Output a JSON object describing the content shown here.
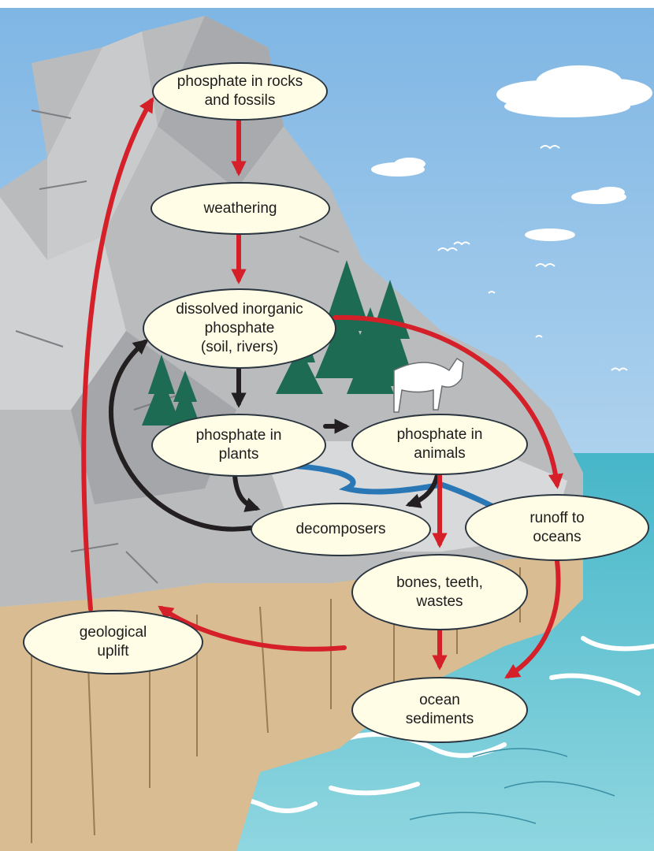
{
  "diagram": {
    "nodes": [
      {
        "id": "rocks",
        "label": "phosphate in rocks\nand fossils"
      },
      {
        "id": "weathering",
        "label": "weathering"
      },
      {
        "id": "dissolved",
        "label": "dissolved inorganic\nphosphate\n(soil, rivers)"
      },
      {
        "id": "plants",
        "label": "phosphate in\nplants"
      },
      {
        "id": "animals",
        "label": "phosphate in\nanimals"
      },
      {
        "id": "decomposers",
        "label": "decomposers"
      },
      {
        "id": "runoff",
        "label": "runoff to\noceans"
      },
      {
        "id": "bones",
        "label": "bones, teeth,\nwastes"
      },
      {
        "id": "uplift",
        "label": "geological\nuplift"
      },
      {
        "id": "sediments",
        "label": "ocean\nsediments"
      }
    ],
    "edges": [
      {
        "from": "rocks",
        "to": "weathering",
        "color": "red"
      },
      {
        "from": "weathering",
        "to": "dissolved",
        "color": "red"
      },
      {
        "from": "dissolved",
        "to": "runoff",
        "color": "red"
      },
      {
        "from": "dissolved",
        "to": "plants",
        "color": "black"
      },
      {
        "from": "plants",
        "to": "animals",
        "color": "black"
      },
      {
        "from": "plants",
        "to": "decomposers",
        "color": "black"
      },
      {
        "from": "animals",
        "to": "decomposers",
        "color": "black"
      },
      {
        "from": "decomposers",
        "to": "dissolved",
        "color": "black"
      },
      {
        "from": "animals",
        "to": "bones",
        "color": "red"
      },
      {
        "from": "bones",
        "to": "sediments",
        "color": "red"
      },
      {
        "from": "runoff",
        "to": "sediments",
        "color": "red"
      },
      {
        "from": "sediments",
        "to": "uplift",
        "color": "red"
      },
      {
        "from": "uplift",
        "to": "rocks",
        "color": "red"
      }
    ]
  },
  "colors": {
    "arrow_red": "#d5202a",
    "arrow_black": "#231f20",
    "node_fill": "#fffde6",
    "node_border": "#2a3540",
    "sky": "#9fcbea",
    "ocean": "#58c2d1",
    "rock_gray": "#b9bbbd",
    "rock_tan": "#d9bc91",
    "tree_green": "#1c6b52",
    "river_blue": "#2a77b5"
  },
  "background_icons": [
    "sky",
    "cloud-icon",
    "bird-icon",
    "mountain-goat-icon",
    "evergreen-tree-icon",
    "cliff-rock",
    "river",
    "ocean-waves"
  ]
}
